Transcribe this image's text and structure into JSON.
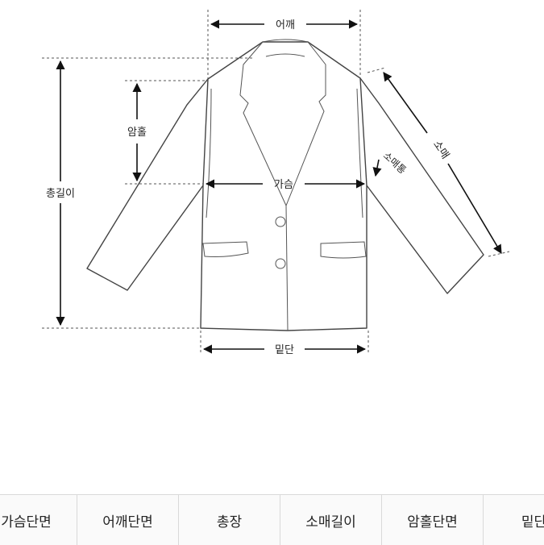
{
  "diagram": {
    "labels": {
      "shoulder": "어깨",
      "total_length": "총길이",
      "armhole": "암홀",
      "chest": "가슴",
      "sleeve_length": "소매",
      "sleeve_width": "소매통",
      "hem": "밑단"
    }
  },
  "table": {
    "headers": [
      "가슴단면",
      "어깨단면",
      "총장",
      "소매길이",
      "암홀단면",
      "밑단"
    ]
  },
  "colors": {
    "line": "#444444",
    "header_bg": "#fafafa",
    "border": "#d9d9d9"
  }
}
